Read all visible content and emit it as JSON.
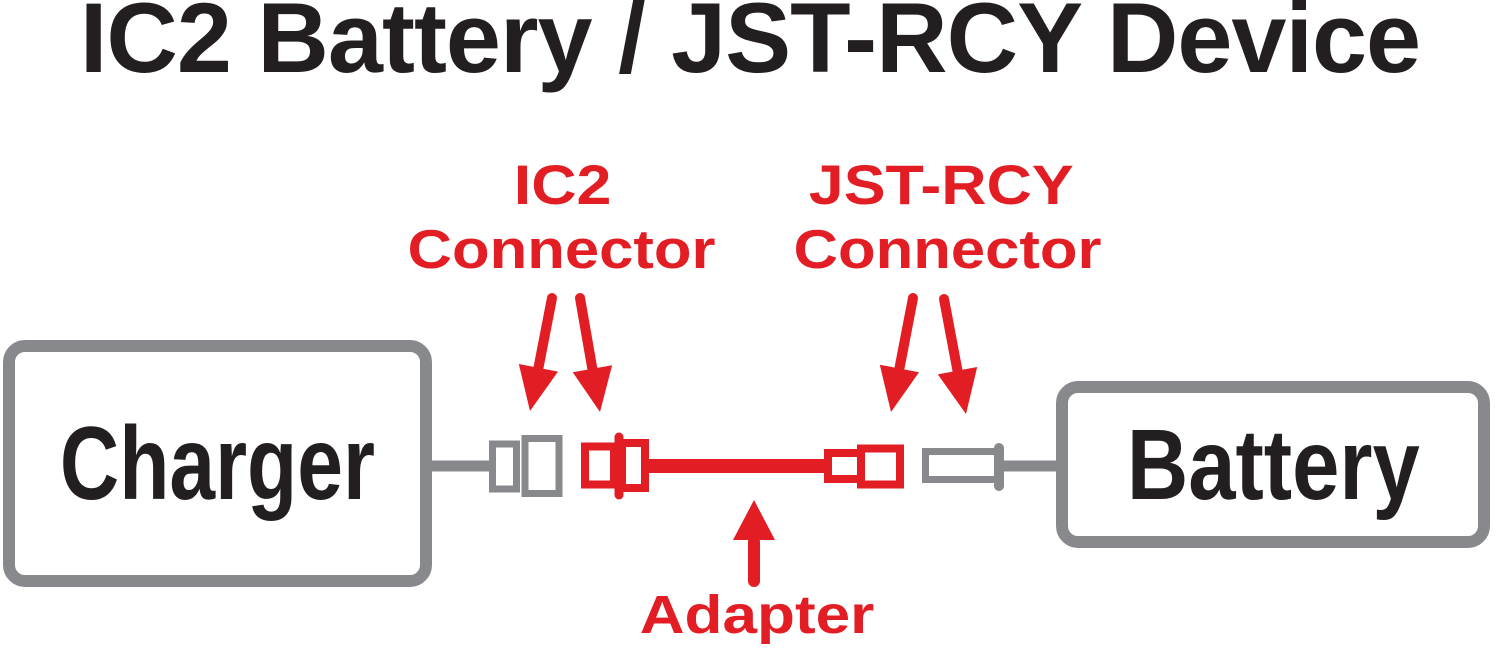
{
  "title": "IC2 Battery / JST-RCY Device",
  "callouts": {
    "ic2": {
      "heading": "IC2",
      "subheading": "Connector"
    },
    "jst_rcy": {
      "heading": "JST-RCY",
      "subheading": "Connector"
    },
    "adapter": {
      "label": "Adapter"
    }
  },
  "devices": {
    "charger": {
      "label": "Charger"
    },
    "battery": {
      "label": "Battery"
    }
  },
  "colors": {
    "accent_red": "#e21d24",
    "connector_gray": "#87898c",
    "text_black": "#231f20",
    "background": "#ffffff"
  }
}
